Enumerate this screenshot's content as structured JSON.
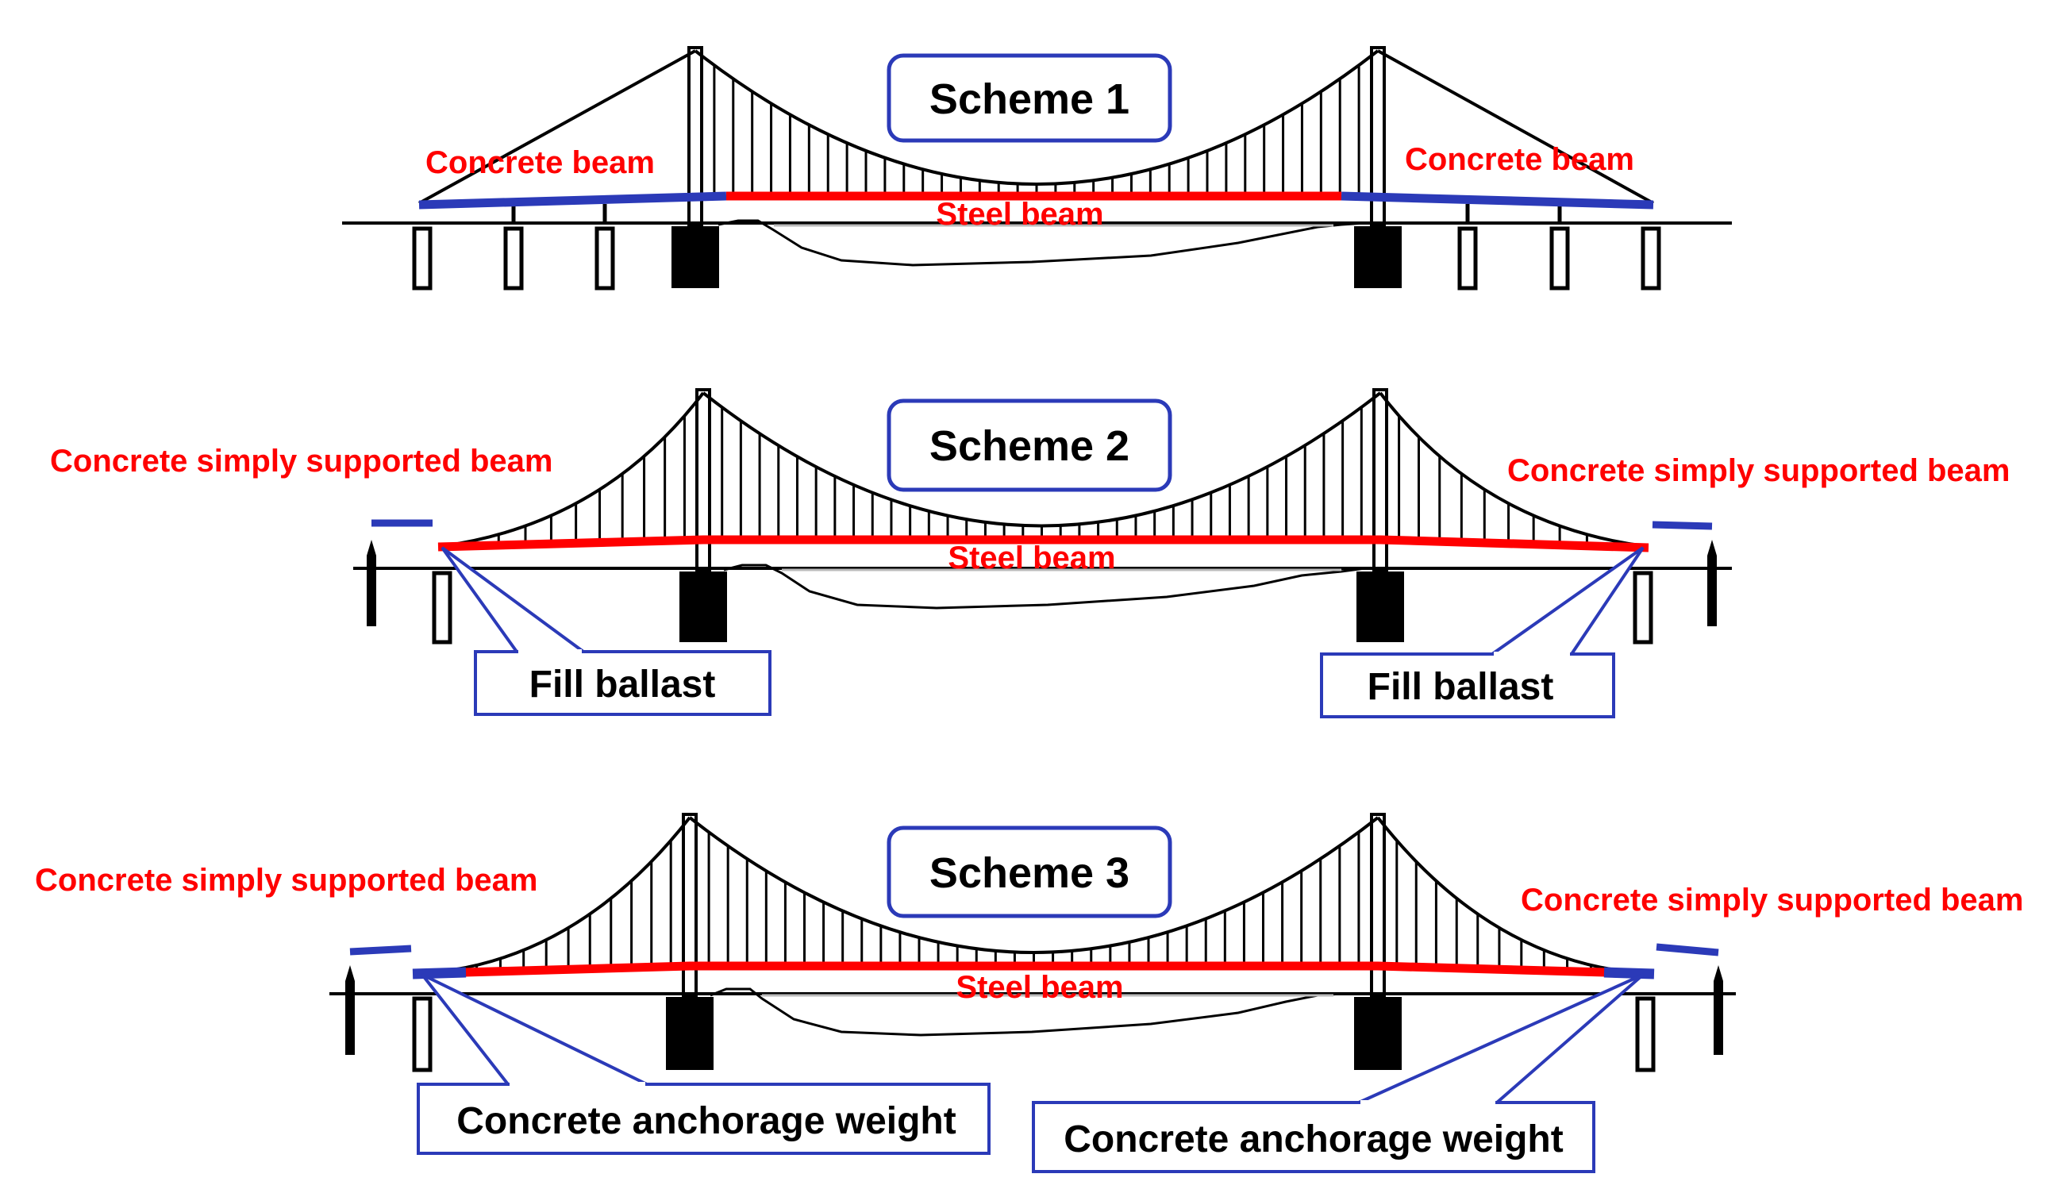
{
  "colors": {
    "steel": "#ff0000",
    "concrete": "#2b3ab8",
    "structure": "#000000",
    "box_border": "#2b3ab8",
    "label_text": "#ff0000",
    "title_text": "#000000"
  },
  "schemes": [
    {
      "title": "Scheme 1",
      "steel_label": "Steel beam",
      "left_label": "Concrete beam",
      "right_label": "Concrete beam",
      "callouts": []
    },
    {
      "title": "Scheme 2",
      "steel_label": "Steel beam",
      "left_label": "Concrete simply supported beam",
      "right_label": "Concrete simply supported beam",
      "callouts": [
        "Fill ballast",
        "Fill ballast"
      ]
    },
    {
      "title": "Scheme 3",
      "steel_label": "Steel beam",
      "left_label": "Concrete simply supported beam",
      "right_label": "Concrete simply supported beam",
      "callouts": [
        "Concrete anchorage weight",
        "Concrete anchorage weight"
      ]
    }
  ]
}
